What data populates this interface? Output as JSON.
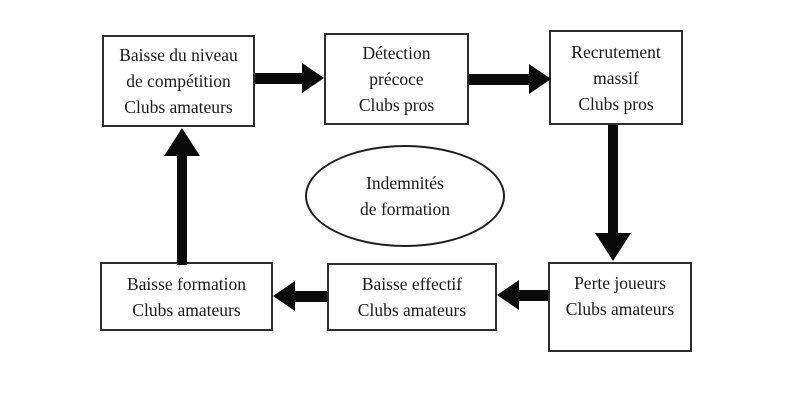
{
  "diagram": {
    "type": "causal-loop-flow-diagram",
    "language": "fr",
    "nodes": [
      {
        "id": "baisse-niveau-competition",
        "shape": "rect",
        "lines": [
          "Baisse du niveau",
          "de compétition",
          "Clubs amateurs"
        ]
      },
      {
        "id": "detection-precoce",
        "shape": "rect",
        "lines": [
          "Détection",
          "précoce",
          "Clubs pros"
        ]
      },
      {
        "id": "recrutement-massif",
        "shape": "rect",
        "lines": [
          "Recrutement",
          "massif",
          "Clubs pros"
        ]
      },
      {
        "id": "perte-joueurs",
        "shape": "rect",
        "lines": [
          "Perte joueurs",
          "Clubs amateurs"
        ]
      },
      {
        "id": "baisse-effectif",
        "shape": "rect",
        "lines": [
          "Baisse effectif",
          "Clubs amateurs"
        ]
      },
      {
        "id": "baisse-formation",
        "shape": "rect",
        "lines": [
          "Baisse formation",
          "Clubs amateurs"
        ]
      }
    ],
    "ellipse": {
      "id": "indemnites-formation",
      "shape": "ellipse",
      "lines": [
        "Indemnités",
        "de formation"
      ]
    },
    "edges": [
      {
        "from": "baisse-niveau-competition",
        "to": "detection-precoce",
        "direction": "right"
      },
      {
        "from": "detection-precoce",
        "to": "recrutement-massif",
        "direction": "right"
      },
      {
        "from": "recrutement-massif",
        "to": "perte-joueurs",
        "direction": "down"
      },
      {
        "from": "perte-joueurs",
        "to": "baisse-effectif",
        "direction": "left"
      },
      {
        "from": "baisse-effectif",
        "to": "baisse-formation",
        "direction": "left"
      },
      {
        "from": "baisse-formation",
        "to": "baisse-niveau-competition",
        "direction": "up"
      }
    ],
    "colors": {
      "background": "#ffffff",
      "box_border": "#2d2d2d",
      "arrow": "#0a0a0a",
      "text": "#1a1a1a"
    }
  }
}
